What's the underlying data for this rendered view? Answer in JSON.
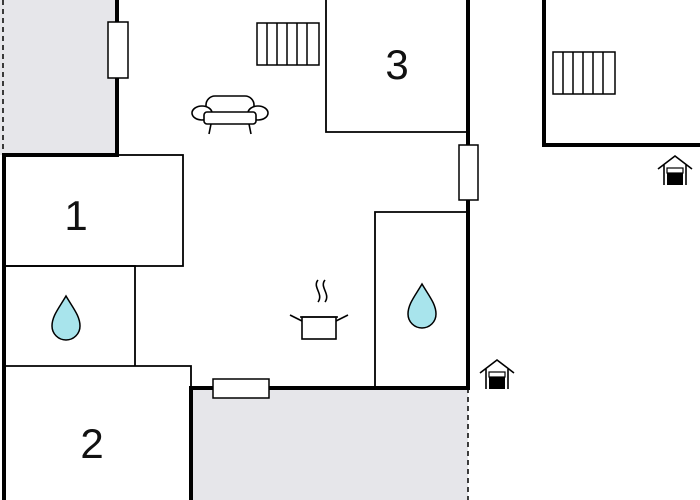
{
  "floorplan": {
    "rooms": [
      {
        "id": "room-1",
        "label": "1",
        "kind": "bedroom"
      },
      {
        "id": "room-2",
        "label": "2",
        "kind": "bedroom"
      },
      {
        "id": "room-3",
        "label": "3",
        "kind": "bedroom"
      }
    ],
    "icons": [
      {
        "name": "sofa-icon",
        "meaning": "living-room"
      },
      {
        "name": "cooking-pot-icon",
        "meaning": "kitchen"
      },
      {
        "name": "water-drop-icon",
        "meaning": "bathroom"
      },
      {
        "name": "radiator-icon",
        "meaning": "heating"
      },
      {
        "name": "house-entrance-icon",
        "meaning": "entrance"
      }
    ],
    "colors": {
      "wall": "#000000",
      "outdoor_area": "#e6e6ea",
      "water_drop": "#a8e4ec",
      "background": "#ffffff"
    }
  }
}
